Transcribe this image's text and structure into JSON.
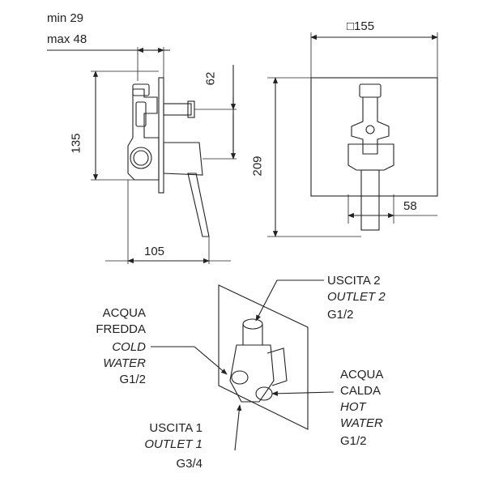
{
  "dimensions": {
    "min_label": "min 29",
    "max_label": "max 48",
    "square_size": "□155",
    "height_62": "62",
    "height_135": "135",
    "width_105": "105",
    "height_209": "209",
    "width_58": "58"
  },
  "outlet2": {
    "name_it": "USCITA 2",
    "name_en": "OUTLET 2",
    "size": "G1/2"
  },
  "cold_water": {
    "line1_it": "ACQUA",
    "line2_it": "FREDDA",
    "line1_en": "COLD",
    "line2_en": "WATER",
    "size": "G1/2"
  },
  "hot_water": {
    "line1_it": "ACQUA",
    "line2_it": "CALDA",
    "line1_en": "HOT",
    "line2_en": "WATER",
    "size": "G1/2"
  },
  "outlet1": {
    "name_it": "USCITA 1",
    "name_en": "OUTLET 1",
    "size": "G3/4"
  }
}
